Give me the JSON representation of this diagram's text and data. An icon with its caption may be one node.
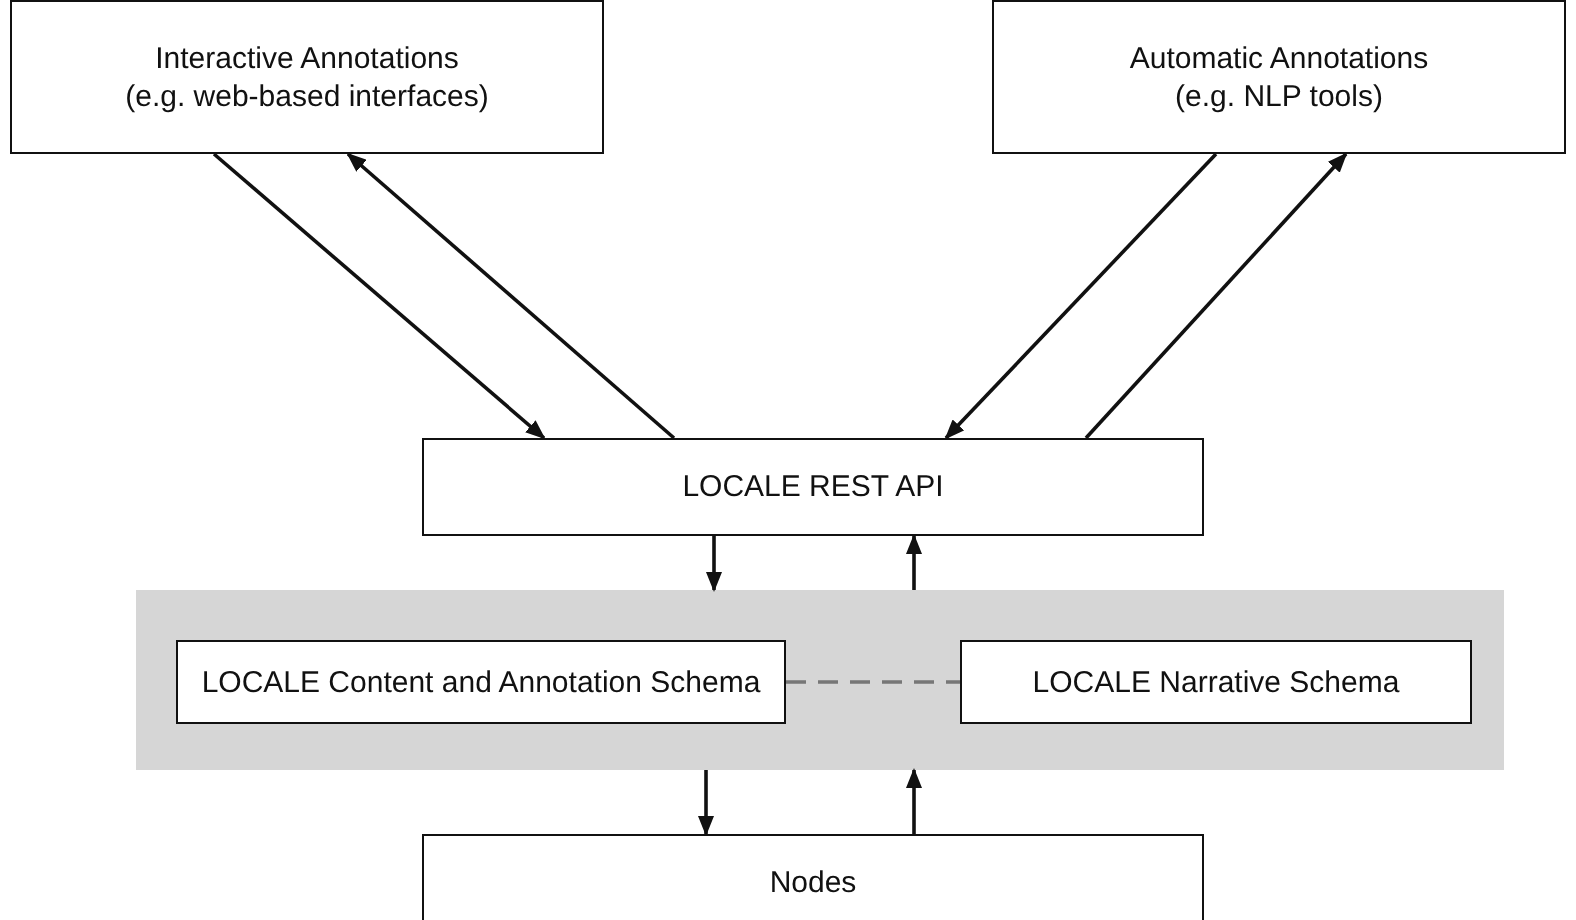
{
  "diagram": {
    "nodes": [
      {
        "text": [
          "Interactive Annotations (e.g. web-based interfaces)"
        ]
      },
      {
        "text": [
          "Automatic Annotations (e.g. NLP tools)"
        ]
      },
      {
        "text": [
          "LOCALE REST API"
        ]
      },
      {
        "text": [],
        "shape": "box"
      },
      {
        "text": [
          "LOCALE Content and Annotation Schema"
        ],
        "in": 3
      },
      {
        "text": [
          "LOCALE Narrative Schema"
        ],
        "in": 3
      },
      {
        "text": [
          "Nodes"
        ]
      }
    ],
    "edges": [
      {
        "from": 0,
        "to": 2,
        "arrow": "to"
      },
      {
        "from": 2,
        "to": 0,
        "arrow": "to"
      },
      {
        "from": 1,
        "to": 2,
        "arrow": "to"
      },
      {
        "from": 2,
        "to": 1,
        "arrow": "to"
      },
      {
        "from": 2,
        "to": 3,
        "arrow": "to"
      },
      {
        "from": 3,
        "to": 2,
        "arrow": "to"
      },
      {
        "from": 4,
        "to": 5,
        "arrow": "none",
        "style": "dashed",
        "color": "#777777"
      },
      {
        "from": 3,
        "to": 6,
        "arrow": "to"
      },
      {
        "from": 6,
        "to": 3,
        "arrow": "to"
      }
    ]
  }
}
